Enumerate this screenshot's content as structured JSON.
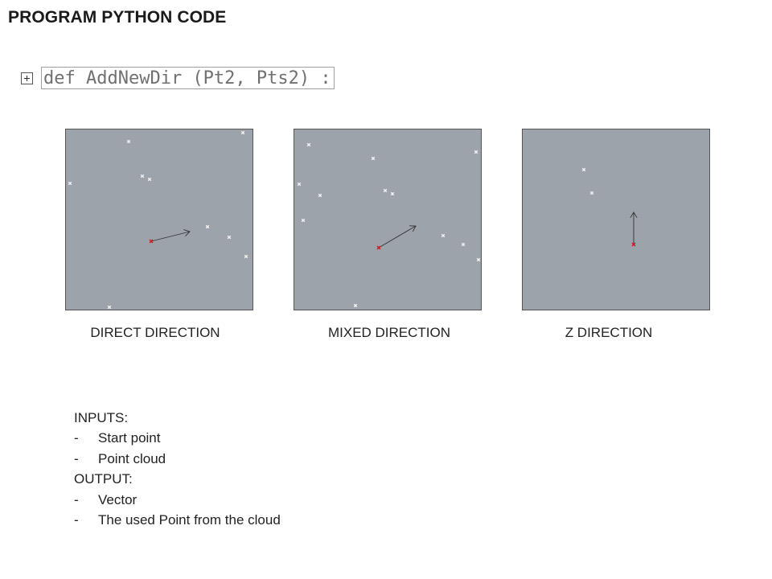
{
  "page": {
    "title": "PROGRAM PYTHON CODE"
  },
  "code": {
    "signature": "def AddNewDir (Pt2, Pts2) :"
  },
  "colors": {
    "panel_bg": "#9ca3aa",
    "cloud_point": "#f2f2f2",
    "start_point": "#cc1a1a",
    "vector": "#333333"
  },
  "panels": [
    {
      "caption": "DIRECT DIRECTION",
      "points": [
        [
          78,
          15
        ],
        [
          220,
          4
        ],
        [
          5,
          67
        ],
        [
          95,
          58
        ],
        [
          104,
          62
        ],
        [
          176,
          121
        ],
        [
          203,
          134
        ],
        [
          224,
          158
        ],
        [
          54,
          221
        ]
      ],
      "start": [
        106,
        139
      ],
      "vector_end": [
        154,
        127
      ]
    },
    {
      "caption": "MIXED DIRECTION",
      "points": [
        [
          18,
          19
        ],
        [
          98,
          36
        ],
        [
          226,
          28
        ],
        [
          6,
          68
        ],
        [
          32,
          82
        ],
        [
          113,
          76
        ],
        [
          122,
          80
        ],
        [
          11,
          113
        ],
        [
          185,
          132
        ],
        [
          210,
          143
        ],
        [
          229,
          162
        ],
        [
          76,
          219
        ]
      ],
      "start": [
        105,
        147
      ],
      "vector_end": [
        151,
        120
      ]
    },
    {
      "caption": "Z DIRECTION",
      "points": [
        [
          76,
          50
        ],
        [
          86,
          79
        ]
      ],
      "start": [
        138,
        143
      ],
      "vector_end": [
        138,
        103
      ]
    }
  ],
  "info": {
    "inputs_heading": "INPUTS:",
    "inputs": [
      "Start point",
      "Point cloud"
    ],
    "output_heading": "OUTPUT:",
    "outputs": [
      "Vector",
      "The used Point from the cloud"
    ],
    "dash": "-"
  }
}
